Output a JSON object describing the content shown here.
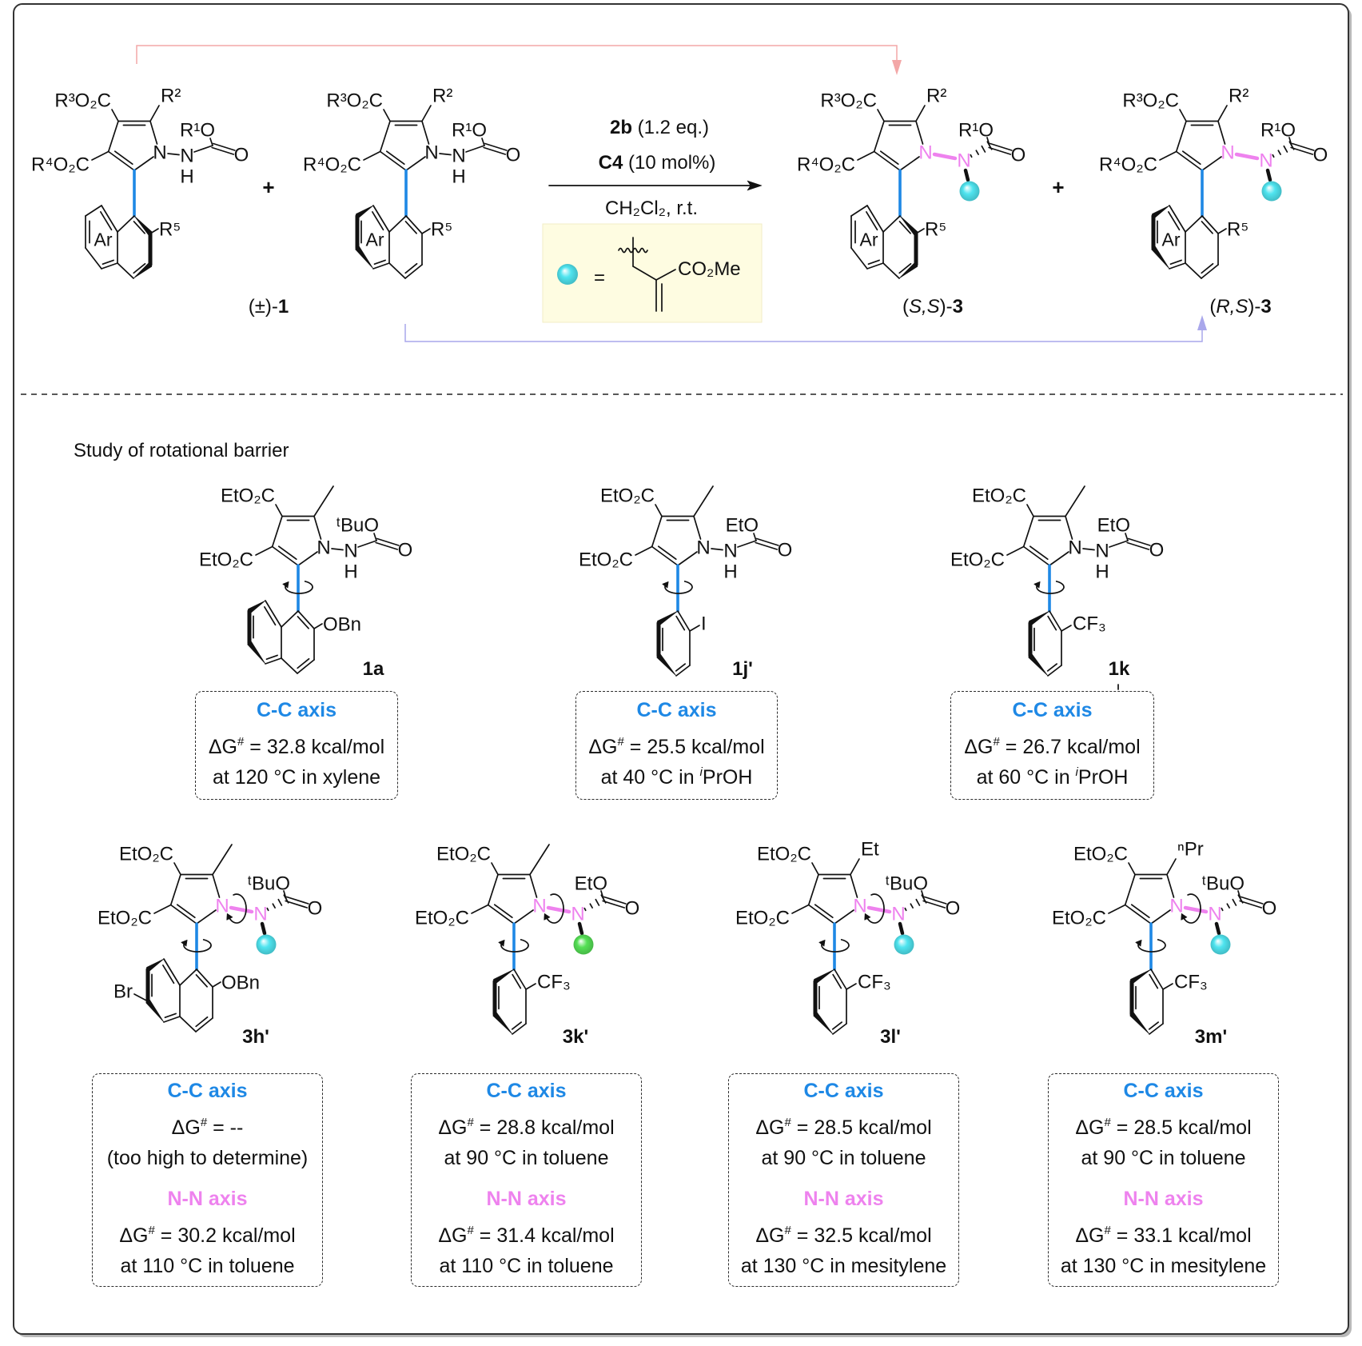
{
  "colors": {
    "cc_axis": "#1E88E5",
    "nn_axis": "#EE82EE",
    "ball_cyan": "#4FE4EF",
    "ball_green": "#55E055",
    "legend_background": "#FEFCE1",
    "route_ss_arrow": "#F3A7A7",
    "route_rs_arrow": "#A9A7EB"
  },
  "scheme": {
    "plus": "+",
    "reactant_label": {
      "prefix": "(±)-",
      "id": "1"
    },
    "reagents": {
      "line1": {
        "compound": "2b",
        "amount": " (1.2 eq.)"
      },
      "line2": {
        "compound": "C4",
        "amount": " (10 mol%)"
      },
      "conditions": "CH₂Cl₂, r.t."
    },
    "legend": {
      "marker_icon": "cyan-sphere",
      "equals": "=",
      "group": "CO₂Me"
    },
    "product_labels": [
      {
        "open": "(",
        "stereo": "S,S",
        "close": ")-",
        "id": "3"
      },
      {
        "open": "(",
        "stereo": "R,S",
        "close": ")-",
        "id": "3"
      }
    ],
    "structures": [
      {
        "ester_top": "R³O₂C",
        "ester_bottom": "R⁴O₂C",
        "c2_substituent": "R²",
        "n1": "N",
        "n2": "N",
        "nh": "H",
        "alkoxy": "R¹O",
        "carbonyl_o": "O",
        "ring_label": "Ar",
        "aryl_substituent": "R⁵"
      },
      {
        "ester_top": "R³O₂C",
        "ester_bottom": "R⁴O₂C",
        "c2_substituent": "R²",
        "n1": "N",
        "n2": "N",
        "nh": "H",
        "alkoxy": "R¹O",
        "carbonyl_o": "O",
        "ring_label": "Ar",
        "aryl_substituent": "R⁵"
      },
      {
        "ester_top": "R³O₂C",
        "ester_bottom": "R⁴O₂C",
        "c2_substituent": "R²",
        "n1": "N",
        "n2": "N",
        "alkoxy": "R¹O",
        "carbonyl_o": "O",
        "n_substituent_icon": "cyan-sphere",
        "ring_label": "Ar",
        "aryl_substituent": "R⁵"
      },
      {
        "ester_top": "R³O₂C",
        "ester_bottom": "R⁴O₂C",
        "c2_substituent": "R²",
        "n1": "N",
        "n2": "N",
        "alkoxy": "R¹O",
        "carbonyl_o": "O",
        "n_substituent_icon": "cyan-sphere",
        "ring_label": "Ar",
        "aryl_substituent": "R⁵"
      }
    ]
  },
  "study": {
    "title": "Study of rotational barrier",
    "compounds": [
      {
        "id": "1a",
        "structure": {
          "ester_top": "EtO₂C",
          "ester_bottom": "EtO₂C",
          "n1": "N",
          "n2": "N",
          "nh": "H",
          "alkoxy": "ᵗBuO",
          "carbonyl_o": "O",
          "aryl_substituent": "OBn"
        },
        "barriers": [
          {
            "axis": "C-C axis",
            "dg": "ΔG",
            "dg_sup": "#",
            "value": " = 32.8 kcal/mol",
            "condition": "at 120 °C in xylene"
          }
        ]
      },
      {
        "id": "1j'",
        "structure": {
          "ester_top": "EtO₂C",
          "ester_bottom": "EtO₂C",
          "n1": "N",
          "n2": "N",
          "nh": "H",
          "alkoxy": "EtO",
          "carbonyl_o": "O",
          "aryl_substituent": "I"
        },
        "barriers": [
          {
            "axis": "C-C axis",
            "dg": "ΔG",
            "dg_sup": "#",
            "value": " = 25.5 kcal/mol",
            "condition": "at 40 °C in ",
            "condition_sup": "i",
            "condition_tail": "PrOH"
          }
        ]
      },
      {
        "id": "1k",
        "structure": {
          "ester_top": "EtO₂C",
          "ester_bottom": "EtO₂C",
          "n1": "N",
          "n2": "N",
          "nh": "H",
          "alkoxy": "EtO",
          "carbonyl_o": "O",
          "aryl_substituent": "CF₃"
        },
        "barriers": [
          {
            "axis": "C-C axis",
            "dg": "ΔG",
            "dg_sup": "#",
            "value": " = 26.7 kcal/mol",
            "condition": "at 60 °C in ",
            "condition_sup": "i",
            "condition_tail": "PrOH"
          }
        ]
      },
      {
        "id": "3h'",
        "structure": {
          "ester_top": "EtO₂C",
          "ester_bottom": "EtO₂C",
          "n1": "N",
          "n2": "N",
          "alkoxy": "ᵗBuO",
          "carbonyl_o": "O",
          "n_substituent_icon": "cyan-sphere",
          "aryl_substituent": "OBn",
          "bromo": "Br"
        },
        "barriers": [
          {
            "axis": "C-C axis",
            "dg": "ΔG",
            "dg_sup": "#",
            "value": " = --",
            "condition": "(too high to determine)"
          },
          {
            "axis": "N-N axis",
            "dg": "ΔG",
            "dg_sup": "#",
            "value": " = 30.2 kcal/mol",
            "condition": "at 110 °C in toluene"
          }
        ]
      },
      {
        "id": "3k'",
        "structure": {
          "ester_top": "EtO₂C",
          "ester_bottom": "EtO₂C",
          "n1": "N",
          "n2": "N",
          "alkoxy": "EtO",
          "carbonyl_o": "O",
          "n_substituent_icon": "green-sphere",
          "aryl_substituent": "CF₃"
        },
        "barriers": [
          {
            "axis": "C-C axis",
            "dg": "ΔG",
            "dg_sup": "#",
            "value": " = 28.8 kcal/mol",
            "condition": "at 90 °C in toluene"
          },
          {
            "axis": "N-N axis",
            "dg": "ΔG",
            "dg_sup": "#",
            "value": " = 31.4 kcal/mol",
            "condition": "at 110 °C in toluene"
          }
        ]
      },
      {
        "id": "3l'",
        "structure": {
          "ester_top": "EtO₂C",
          "ester_bottom": "EtO₂C",
          "c2_substituent": "Et",
          "n1": "N",
          "n2": "N",
          "alkoxy": "ᵗBuO",
          "carbonyl_o": "O",
          "n_substituent_icon": "cyan-sphere",
          "aryl_substituent": "CF₃"
        },
        "barriers": [
          {
            "axis": "C-C axis",
            "dg": "ΔG",
            "dg_sup": "#",
            "value": " = 28.5 kcal/mol",
            "condition": "at 90 °C in toluene"
          },
          {
            "axis": "N-N axis",
            "dg": "ΔG",
            "dg_sup": "#",
            "value": " = 32.5 kcal/mol",
            "condition": "at 130 °C in mesitylene"
          }
        ]
      },
      {
        "id": "3m'",
        "structure": {
          "ester_top": "EtO₂C",
          "ester_bottom": "EtO₂C",
          "c2_substituent": "ⁿPr",
          "n1": "N",
          "n2": "N",
          "alkoxy": "ᵗBuO",
          "carbonyl_o": "O",
          "n_substituent_icon": "cyan-sphere",
          "aryl_substituent": "CF₃"
        },
        "barriers": [
          {
            "axis": "C-C axis",
            "dg": "ΔG",
            "dg_sup": "#",
            "value": " = 28.5 kcal/mol",
            "condition": "at 90 °C in toluene"
          },
          {
            "axis": "N-N axis",
            "dg": "ΔG",
            "dg_sup": "#",
            "value": " = 33.1 kcal/mol",
            "condition": "at 130 °C in mesitylene"
          }
        ]
      }
    ]
  }
}
